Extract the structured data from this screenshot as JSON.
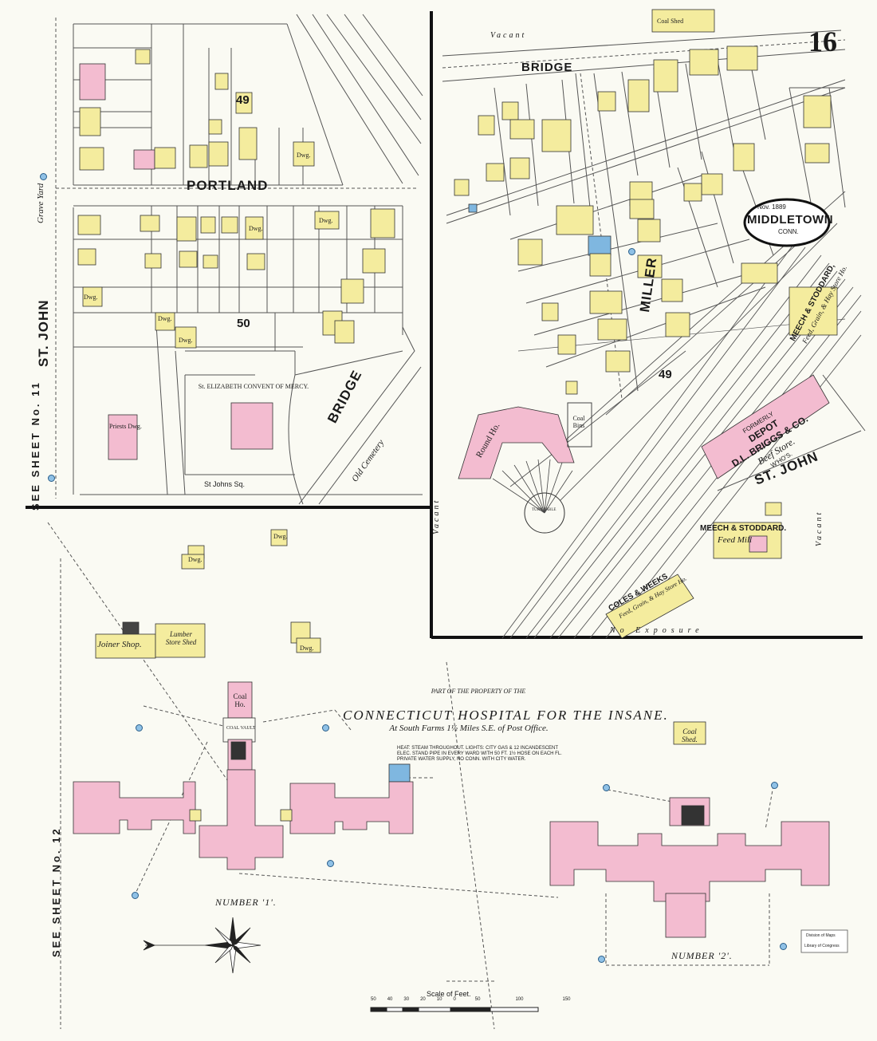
{
  "sheet_number": "16",
  "city": {
    "name": "MIDDLETOWN",
    "state": "CONN.",
    "date": "Nov. 1889"
  },
  "streets": {
    "portland": "PORTLAND",
    "st_john_left": "ST. JOHN",
    "bridge_left": "BRIDGE",
    "bridge_right": "BRIDGE",
    "miller": "MILLER",
    "st_john_right": "ST. JOHN",
    "st_johns_sq": "St Johns Sq.",
    "grave_yard": "Grave Yard",
    "old_cemetery": "Old Cemetery",
    "vacant_top": "Vacant",
    "vacant_right": "Vacant",
    "vacant_left": "Vacant",
    "no_exposure": "No Exposure"
  },
  "blocks": {
    "b49_left": "49",
    "b50": "50",
    "b49_right": "49"
  },
  "see_sheets": {
    "top": "SEE SHEET No. 11",
    "bottom": "SEE SHEET No. 12"
  },
  "labels": {
    "convent": "St. ELIZABETH CONVENT OF MERCY.",
    "priests_dwg": "Priests Dwg.",
    "round_house": "Round Ho.",
    "turn_table": "TURN TABLE",
    "coal_bins": "Coal Bins",
    "coal_shed_top": "Coal Shed",
    "depot_line1": "FORMERLY",
    "depot_line2": "DEPOT",
    "depot_line3": "D.L. BRIGGS & CO.",
    "depot_line4": "Beef Store.",
    "depot_line5": "W'HO'S.",
    "meech_stoddard_top": "MEECH & STODDARD,",
    "meech_stoddard_top_sub": "Feed, Grain, & Hay Store Ho.",
    "meech_stoddard_mill": "MEECH & STODDARD.",
    "meech_stoddard_mill_sub": "Feed Mill",
    "coles_weeks": "COLES & WEEKS",
    "coles_weeks_sub": "Feed, Grain, & Hay Store Ho.",
    "joiner_shop": "Joiner Shop.",
    "lumber_store": "Lumber Store Shed",
    "coal_ho": "Coal Ho.",
    "coal_vault": "COAL VAULT",
    "coal_shed_lower": "Coal Shed.",
    "hospital_part": "PART OF THE PROPERTY OF THE",
    "hospital_title": "CONNECTICUT HOSPITAL FOR THE INSANE.",
    "hospital_location": "At South Farms 1½ Miles S.E. of Post Office.",
    "hospital_note": "HEAT: STEAM THROUGHOUT. LIGHTS: CITY GAS & 12 INCANDESCENT ELEC. STAND PIPE IN EVERY WARD WITH 50 FT. 1½ HOSE ON EACH FL. PRIVATE WATER SUPPLY, NO CONN. WITH CITY WATER.",
    "number1": "NUMBER '1'.",
    "number2": "NUMBER '2'.",
    "scale": "Scale of Feet.",
    "stamp1": "Division of Maps",
    "stamp2": "Library of Congress",
    "dwg": "Dwg."
  },
  "scale_ticks": [
    "50",
    "40",
    "30",
    "20",
    "10",
    "0",
    "50",
    "100",
    "150"
  ],
  "colors": {
    "brick": "#f3bcd0",
    "frame": "#f4ec9e",
    "stone": "#7fb7e0",
    "paper": "#fafaf3",
    "ink": "#1a1a1a"
  }
}
